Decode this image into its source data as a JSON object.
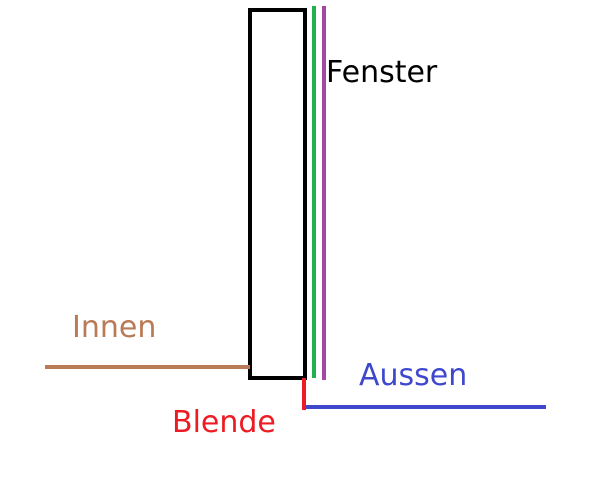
{
  "labels": {
    "fenster": "Fenster",
    "innen": "Innen",
    "aussen": "Aussen",
    "blende": "Blende"
  },
  "colors": {
    "frame": "#000000",
    "fenster_green": "#22b14c",
    "fenster_purple": "#a349a4",
    "innen": "#b97a57",
    "aussen": "#3f48cc",
    "blende": "#ed1c24",
    "text": "#000000"
  }
}
